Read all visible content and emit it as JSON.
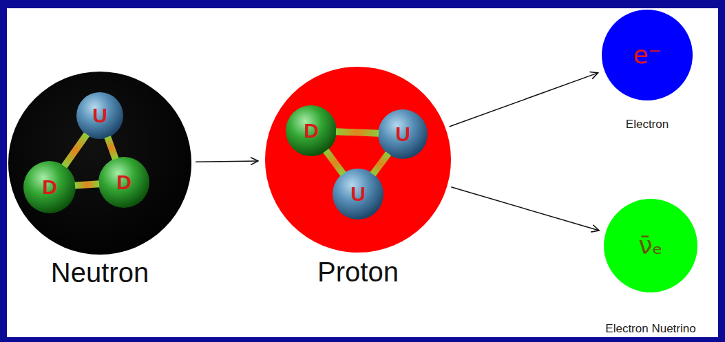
{
  "diagram": {
    "nodes": [
      {
        "text": [
          "Neutron"
        ]
      },
      {
        "text": [
          "U"
        ],
        "in": 0
      },
      {
        "text": [
          "D"
        ],
        "in": 0
      },
      {
        "text": [
          "D"
        ],
        "in": 0
      },
      {
        "text": [
          "Proton"
        ]
      },
      {
        "text": [
          "D"
        ],
        "in": 4
      },
      {
        "text": [
          "U"
        ],
        "in": 4
      },
      {
        "text": [
          "U"
        ],
        "in": 4
      },
      {
        "text": [
          "e⁻",
          "Electron"
        ]
      },
      {
        "text": [
          "ν̄ₑ",
          "Electron Nuetrino"
        ]
      }
    ],
    "edges": [
      {
        "from": 0,
        "to": 4,
        "arrow": "to"
      },
      {
        "from": 4,
        "to": 8,
        "arrow": "to"
      },
      {
        "from": 4,
        "to": 9,
        "arrow": "to"
      },
      {
        "from": 1,
        "to": 2,
        "arrow": "none"
      },
      {
        "from": 1,
        "to": 3,
        "arrow": "none"
      },
      {
        "from": 2,
        "to": 3,
        "arrow": "none"
      },
      {
        "from": 5,
        "to": 6,
        "arrow": "none"
      },
      {
        "from": 5,
        "to": 7,
        "arrow": "none"
      },
      {
        "from": 6,
        "to": 7,
        "arrow": "none"
      }
    ]
  }
}
